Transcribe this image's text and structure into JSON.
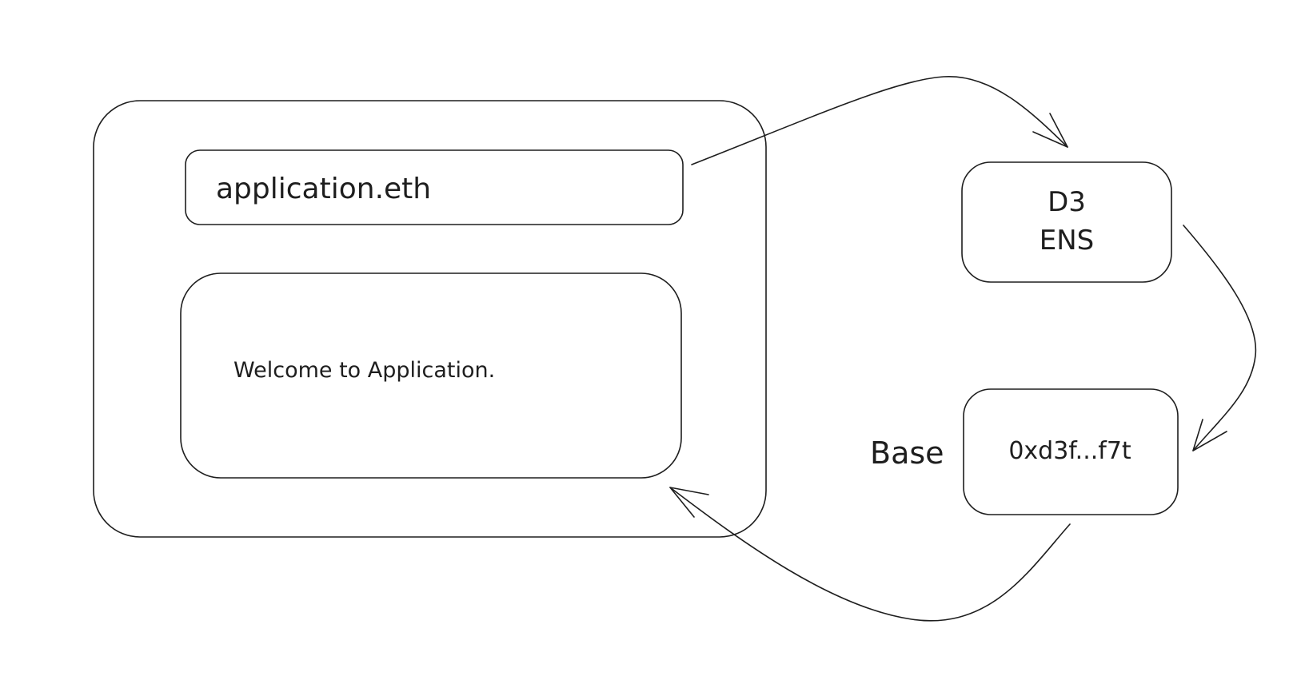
{
  "browser": {
    "address": "application.eth",
    "page_text": "Welcome to Application."
  },
  "resolver": {
    "line1": "D3",
    "line2": "ENS"
  },
  "chain": {
    "name": "Base",
    "address": "0xd3f...f7t"
  },
  "colors": {
    "stroke": "#1e1e1e",
    "background": "#ffffff"
  }
}
